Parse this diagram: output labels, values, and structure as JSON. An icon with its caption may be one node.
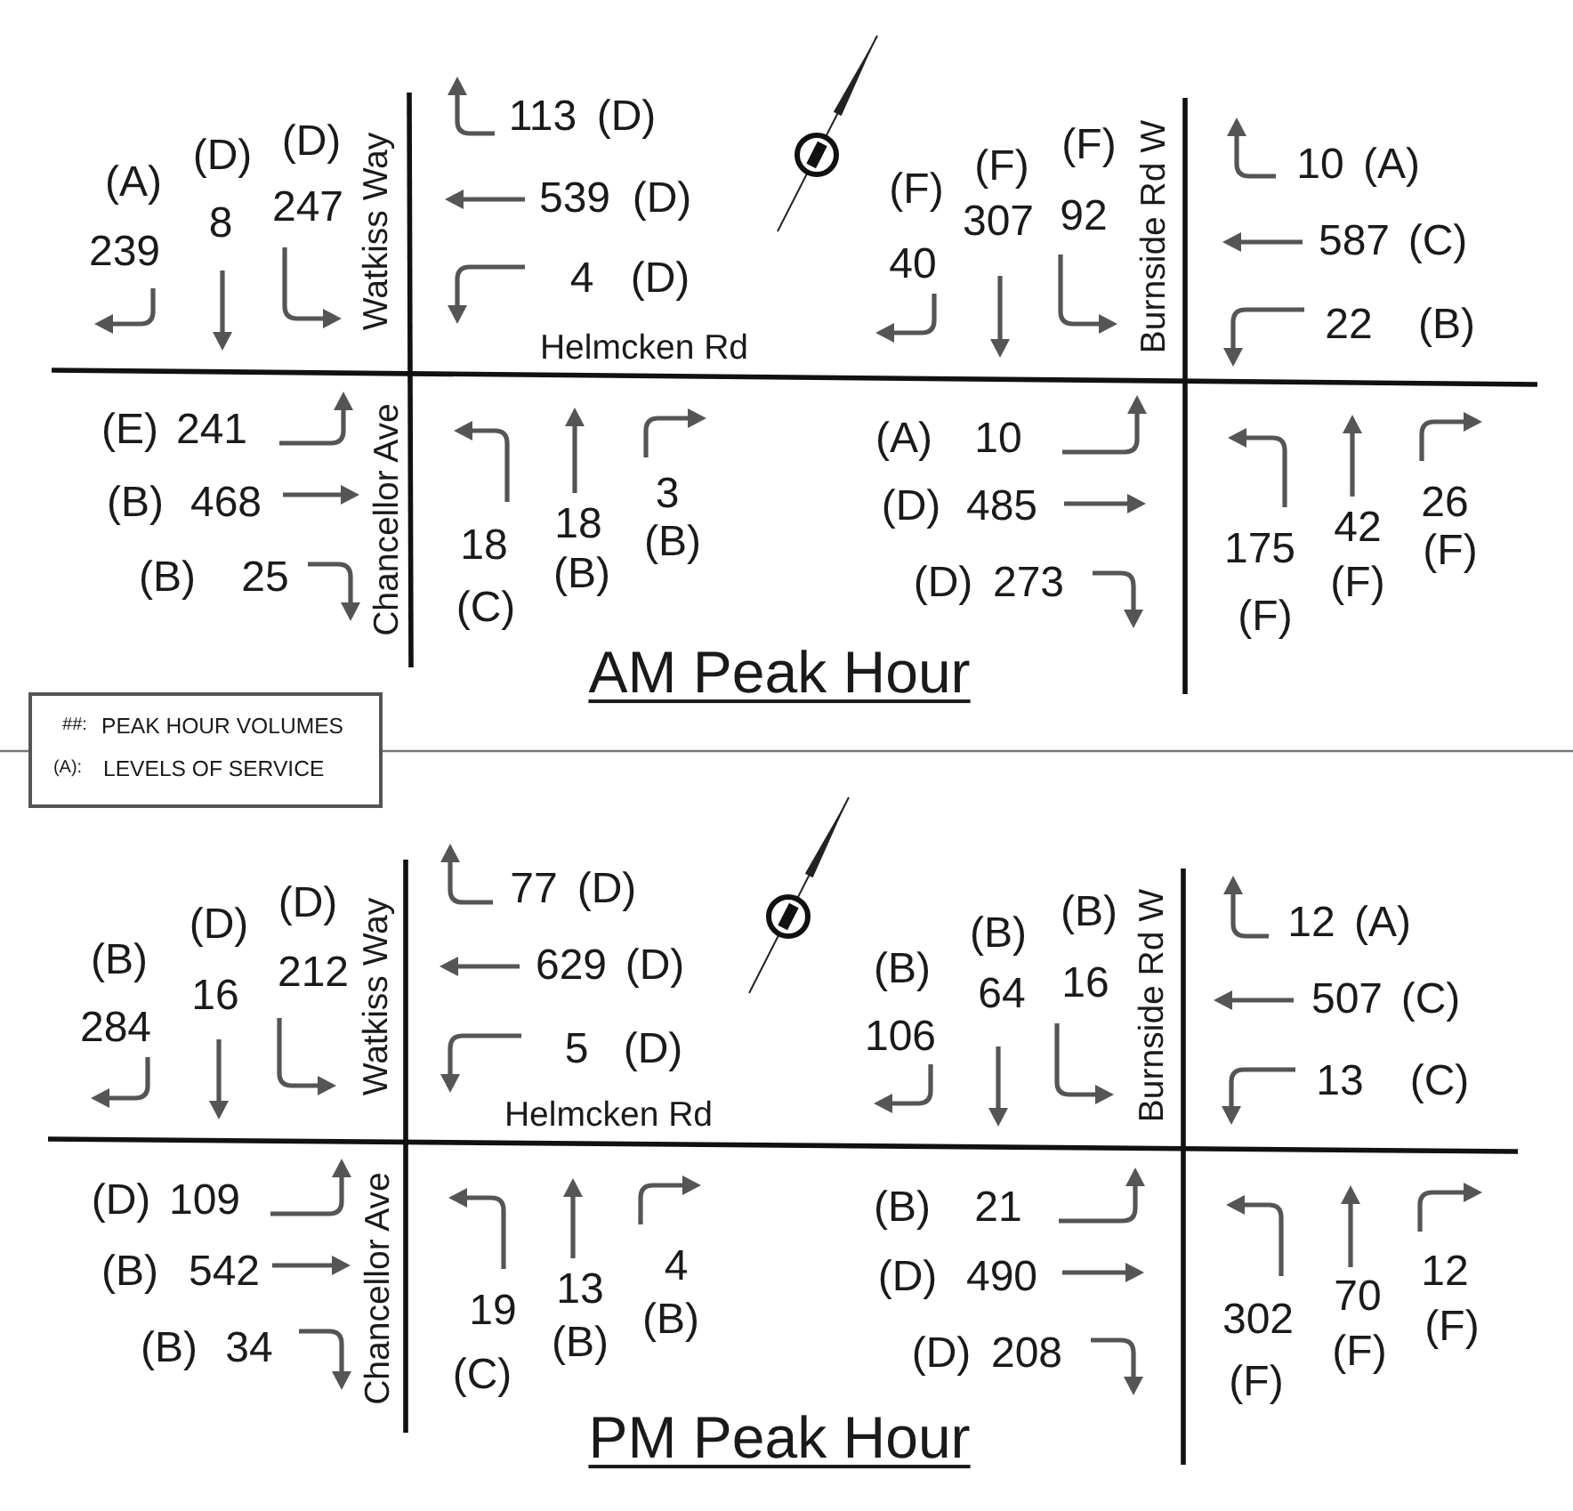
{
  "diagram": {
    "labels": [
      "(A)",
      "239",
      "(D)",
      "8",
      "(D)",
      "247",
      "Watkiss Way",
      "113",
      "(D)",
      "539",
      "(D)",
      "4",
      "(D)",
      "Helmcken Rd",
      "(F)",
      "40",
      "(F)",
      "307",
      "(F)",
      "92",
      "Burnside Rd W",
      "10",
      "(A)",
      "587",
      "(C)",
      "22",
      "(B)",
      "(E)",
      "241",
      "(B)",
      "468",
      "(B)",
      "25",
      "Chancellor Ave",
      "18",
      "(C)",
      "18",
      "(B)",
      "3",
      "(B)",
      "(A)",
      "10",
      "(D)",
      "485",
      "(D)",
      "273",
      "175",
      "(F)",
      "42",
      "(F)",
      "26",
      "(F)",
      "AM Peak Hour",
      "##:",
      "(A):",
      "(B)",
      "284",
      "(D)",
      "16",
      "(D)",
      "212",
      "Watkiss Way",
      "77",
      "(D)",
      "629",
      "(D)",
      "5",
      "(D)",
      "Helmcken Rd",
      "(B)",
      "106",
      "(B)",
      "64",
      "(B)",
      "16",
      "Burnside Rd W",
      "12",
      "(A)",
      "507",
      "(C)",
      "13",
      "(C)",
      "(D)",
      "109",
      "(B)",
      "542",
      "(B)",
      "34",
      "Chancellor Ave",
      "19",
      "(C)",
      "13",
      "(B)",
      "4",
      "(B)",
      "(B)",
      "21",
      "(D)",
      "490",
      "(D)",
      "208",
      "302",
      "(F)",
      "70",
      "(F)",
      "12",
      "(F)",
      "PM Peak Hour"
    ],
    "legend": [
      {
        "text": "PEAK HOUR VOLUMES"
      },
      {
        "text": "LEVELS OF SERVICE"
      }
    ]
  }
}
